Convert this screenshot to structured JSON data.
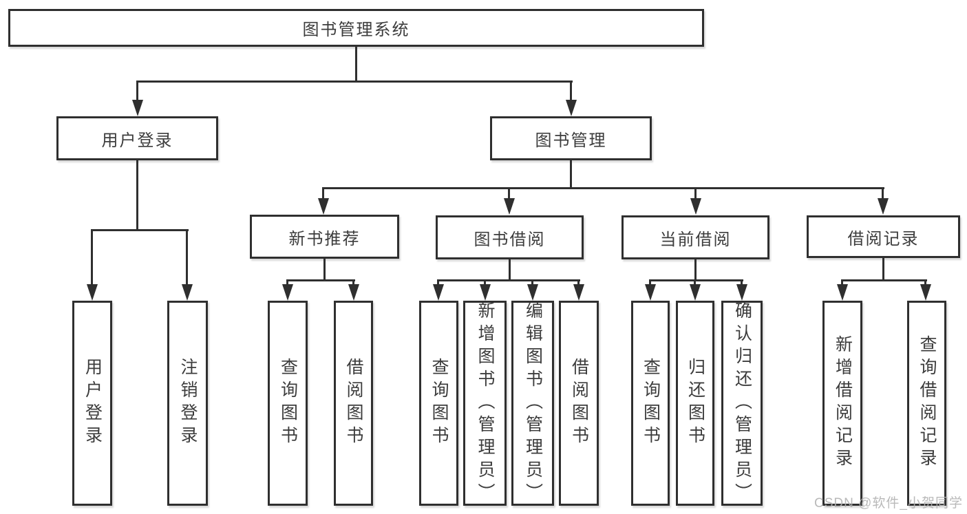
{
  "tree": {
    "label": "图书管理系统",
    "children": [
      {
        "label": "用户登录",
        "children": [
          {
            "label": "用户登录"
          },
          {
            "label": "注销登录"
          }
        ]
      },
      {
        "label": "图书管理",
        "children": [
          {
            "label": "新书推荐",
            "children": [
              {
                "label": "查询图书"
              },
              {
                "label": "借阅图书"
              }
            ]
          },
          {
            "label": "图书借阅",
            "children": [
              {
                "label": "查询图书"
              },
              {
                "label": "新增图书（管理员）"
              },
              {
                "label": "编辑图书（管理员）"
              },
              {
                "label": "借阅图书"
              }
            ]
          },
          {
            "label": "当前借阅",
            "children": [
              {
                "label": "查询图书"
              },
              {
                "label": "归还图书"
              },
              {
                "label": "确认归还（管理员）"
              }
            ]
          },
          {
            "label": "借阅记录",
            "children": [
              {
                "label": "新增借阅记录"
              },
              {
                "label": "查询借阅记录"
              }
            ]
          }
        ]
      }
    ]
  },
  "watermark": "CSDN @软件_小贺同学",
  "style": {
    "line_color": "#2f2f2f",
    "text_color": "#3c3c3c",
    "watermark_color": "#b2b2b2",
    "background": "#ffffff"
  }
}
